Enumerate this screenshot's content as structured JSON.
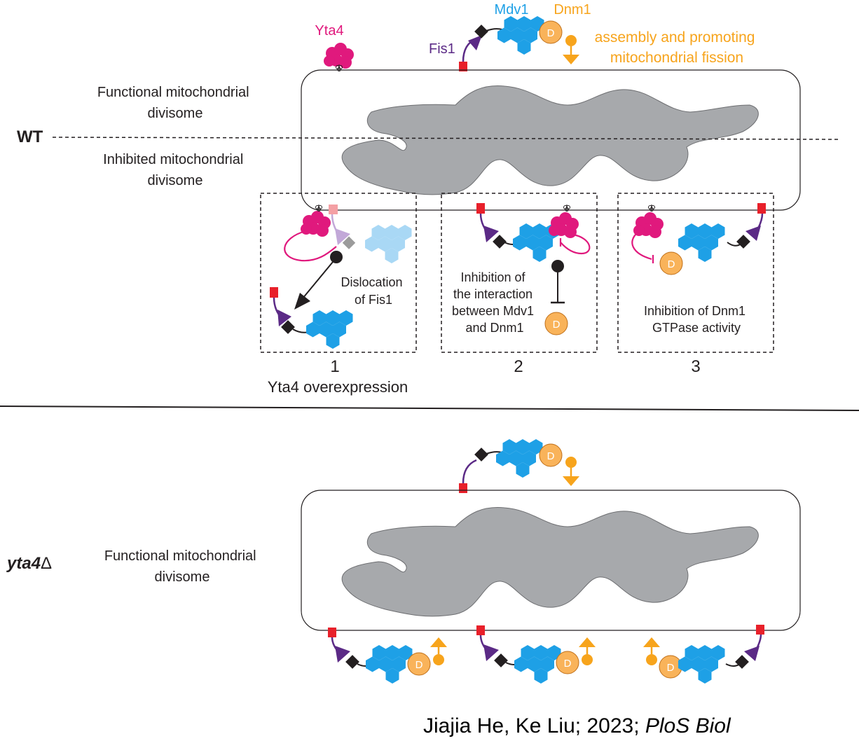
{
  "wt_panel": {
    "genotype": "WT",
    "functional_label": [
      "Functional mitochondrial",
      "divisome"
    ],
    "inhibited_label": [
      "Inhibited mitochondrial",
      "divisome"
    ],
    "proteins": {
      "yta4": "Yta4",
      "mdv1": "Mdv1",
      "dnm1": "Dnm1",
      "fis1": "Fis1",
      "dnm1_glyph": "D"
    },
    "assembly_note": [
      "assembly and promoting",
      "mitochondrial fission"
    ],
    "mechanisms": [
      {
        "number": "1",
        "label": [
          "Dislocation",
          "of Fis1"
        ],
        "subtitle": "Yta4 overexpression"
      },
      {
        "number": "2",
        "label": [
          "Inhibition of",
          "the interaction",
          "between Mdv1",
          "and Dnm1"
        ]
      },
      {
        "number": "3",
        "label": [
          "Inhibition of Dnm1",
          "GTPase activity"
        ]
      }
    ]
  },
  "mutant_panel": {
    "genotype": "yta4",
    "genotype_symbol": "Δ",
    "functional_label": [
      "Functional mitochondrial",
      "divisome"
    ],
    "dnm1_glyph": "D"
  },
  "citation": {
    "authors_year": "Jiajia He, Ke Liu; 2023;",
    "journal": "PloS Biol"
  },
  "colors": {
    "yta4": "#e0197d",
    "mdv1": "#1ea0e6",
    "mdv1_faded": "#a9d8f5",
    "dnm1": "#f7a41c",
    "dnm1_fill": "#f9b35a",
    "fis1": "#5b2a86",
    "fis1_faded": "#c2a8d8",
    "anchor": "#e8202a",
    "anchor_faded": "#f4a0a4",
    "adaptor": "#231f20",
    "mitochondrion": "#a7a9ac",
    "inhibitor": "#231f20"
  }
}
